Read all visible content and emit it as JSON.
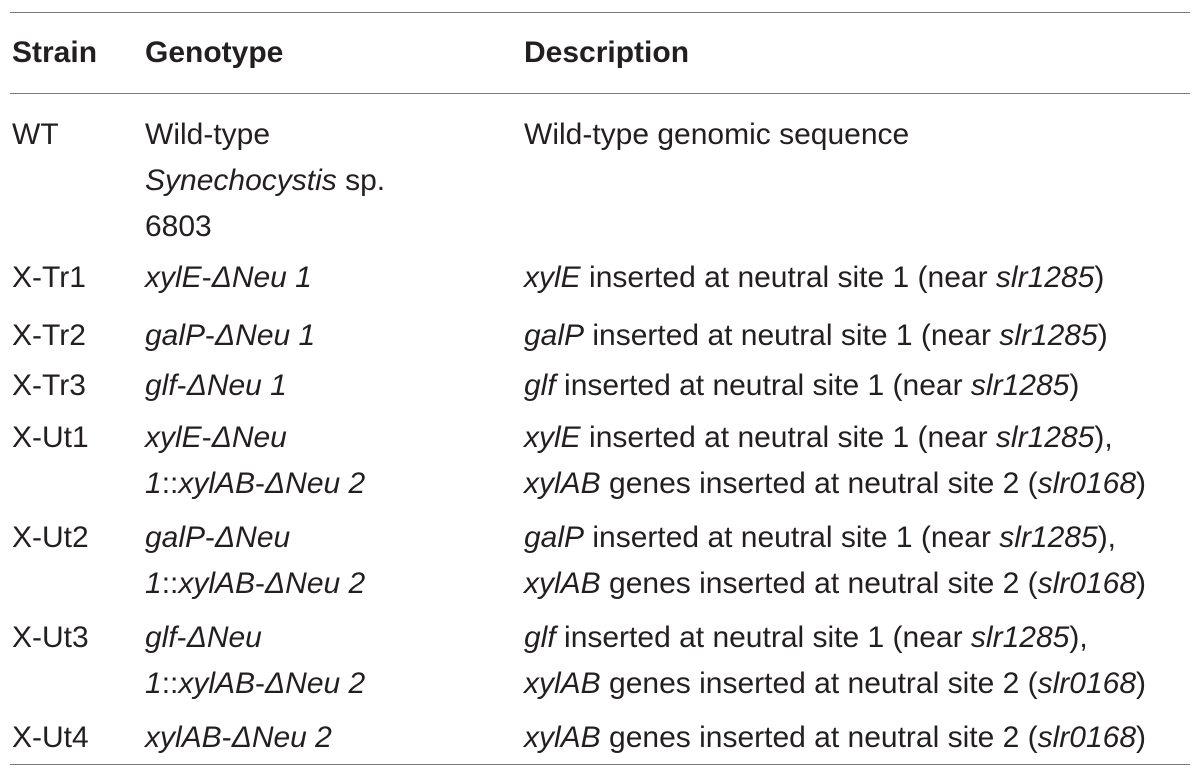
{
  "table": {
    "headers": {
      "strain": "Strain",
      "genotype": "Genotype",
      "description": "Description"
    },
    "rows": [
      {
        "strain": "WT",
        "genotype": [
          [
            {
              "t": "Wild-type",
              "i": false
            }
          ],
          [
            {
              "t": "Synechocystis",
              "i": true
            },
            {
              "t": " sp.",
              "i": false
            }
          ],
          [
            {
              "t": "6803",
              "i": false
            }
          ]
        ],
        "description": [
          [
            {
              "t": "Wild-type genomic sequence",
              "i": false
            }
          ]
        ]
      },
      {
        "strain": "X-Tr1",
        "genotype": [
          [
            {
              "t": "xylE",
              "i": true
            },
            {
              "t": "-",
              "i": false
            },
            {
              "t": "ΔNeu 1",
              "i": true
            }
          ]
        ],
        "description": [
          [
            {
              "t": "xylE",
              "i": true
            },
            {
              "t": " inserted at neutral site 1 (near ",
              "i": false
            },
            {
              "t": "slr1285",
              "i": true
            },
            {
              "t": ")",
              "i": false
            }
          ]
        ]
      },
      {
        "strain": "X-Tr2",
        "genotype": [
          [
            {
              "t": "galP",
              "i": true
            },
            {
              "t": "-",
              "i": false
            },
            {
              "t": "ΔNeu 1",
              "i": true
            }
          ]
        ],
        "description": [
          [
            {
              "t": "galP",
              "i": true
            },
            {
              "t": " inserted at neutral site 1 (near ",
              "i": false
            },
            {
              "t": "slr1285",
              "i": true
            },
            {
              "t": ")",
              "i": false
            }
          ]
        ]
      },
      {
        "strain": "X-Tr3",
        "genotype": [
          [
            {
              "t": "glf",
              "i": true
            },
            {
              "t": "-",
              "i": false
            },
            {
              "t": "ΔNeu 1",
              "i": true
            }
          ]
        ],
        "description": [
          [
            {
              "t": "glf",
              "i": true
            },
            {
              "t": " inserted at neutral site 1 (near ",
              "i": false
            },
            {
              "t": "slr1285",
              "i": true
            },
            {
              "t": ")",
              "i": false
            }
          ]
        ]
      },
      {
        "strain": "X-Ut1",
        "genotype": [
          [
            {
              "t": "xylE",
              "i": true
            },
            {
              "t": "-",
              "i": false
            },
            {
              "t": "ΔNeu",
              "i": true
            }
          ],
          [
            {
              "t": "1",
              "i": true
            },
            {
              "t": "::",
              "i": false
            },
            {
              "t": "xylAB",
              "i": true
            },
            {
              "t": "-",
              "i": false
            },
            {
              "t": "ΔNeu 2",
              "i": true
            }
          ]
        ],
        "description": [
          [
            {
              "t": "xylE",
              "i": true
            },
            {
              "t": " inserted at neutral site 1 (near ",
              "i": false
            },
            {
              "t": "slr1285",
              "i": true
            },
            {
              "t": "),",
              "i": false
            }
          ],
          [
            {
              "t": "xylAB",
              "i": true
            },
            {
              "t": " genes inserted at neutral site 2 (",
              "i": false
            },
            {
              "t": "slr0168",
              "i": true
            },
            {
              "t": ")",
              "i": false
            }
          ]
        ]
      },
      {
        "strain": "X-Ut2",
        "genotype": [
          [
            {
              "t": "galP",
              "i": true
            },
            {
              "t": "-",
              "i": false
            },
            {
              "t": "ΔNeu",
              "i": true
            }
          ],
          [
            {
              "t": "1",
              "i": true
            },
            {
              "t": "::",
              "i": false
            },
            {
              "t": "xylAB",
              "i": true
            },
            {
              "t": "-",
              "i": false
            },
            {
              "t": "ΔNeu 2",
              "i": true
            }
          ]
        ],
        "description": [
          [
            {
              "t": "galP",
              "i": true
            },
            {
              "t": " inserted at neutral site 1 (near ",
              "i": false
            },
            {
              "t": "slr1285",
              "i": true
            },
            {
              "t": "),",
              "i": false
            }
          ],
          [
            {
              "t": "xylAB",
              "i": true
            },
            {
              "t": " genes inserted at neutral site 2 (",
              "i": false
            },
            {
              "t": "slr0168",
              "i": true
            },
            {
              "t": ")",
              "i": false
            }
          ]
        ]
      },
      {
        "strain": "X-Ut3",
        "genotype": [
          [
            {
              "t": "glf",
              "i": true
            },
            {
              "t": "-",
              "i": false
            },
            {
              "t": "ΔNeu",
              "i": true
            }
          ],
          [
            {
              "t": "1",
              "i": true
            },
            {
              "t": "::",
              "i": false
            },
            {
              "t": "xylAB",
              "i": true
            },
            {
              "t": "-",
              "i": false
            },
            {
              "t": "ΔNeu 2",
              "i": true
            }
          ]
        ],
        "description": [
          [
            {
              "t": "glf",
              "i": true
            },
            {
              "t": " inserted at neutral site 1 (near ",
              "i": false
            },
            {
              "t": "slr1285",
              "i": true
            },
            {
              "t": "),",
              "i": false
            }
          ],
          [
            {
              "t": "xylAB",
              "i": true
            },
            {
              "t": " genes inserted at neutral site 2 (",
              "i": false
            },
            {
              "t": "slr0168",
              "i": true
            },
            {
              "t": ")",
              "i": false
            }
          ]
        ]
      },
      {
        "strain": "X-Ut4",
        "genotype": [
          [
            {
              "t": "xylAB",
              "i": true
            },
            {
              "t": "-",
              "i": false
            },
            {
              "t": "ΔNeu 2",
              "i": true
            }
          ]
        ],
        "description": [
          [
            {
              "t": "xylAB",
              "i": true
            },
            {
              "t": " genes inserted at neutral site 2 (",
              "i": false
            },
            {
              "t": "slr0168",
              "i": true
            },
            {
              "t": ")",
              "i": false
            }
          ]
        ]
      }
    ]
  }
}
